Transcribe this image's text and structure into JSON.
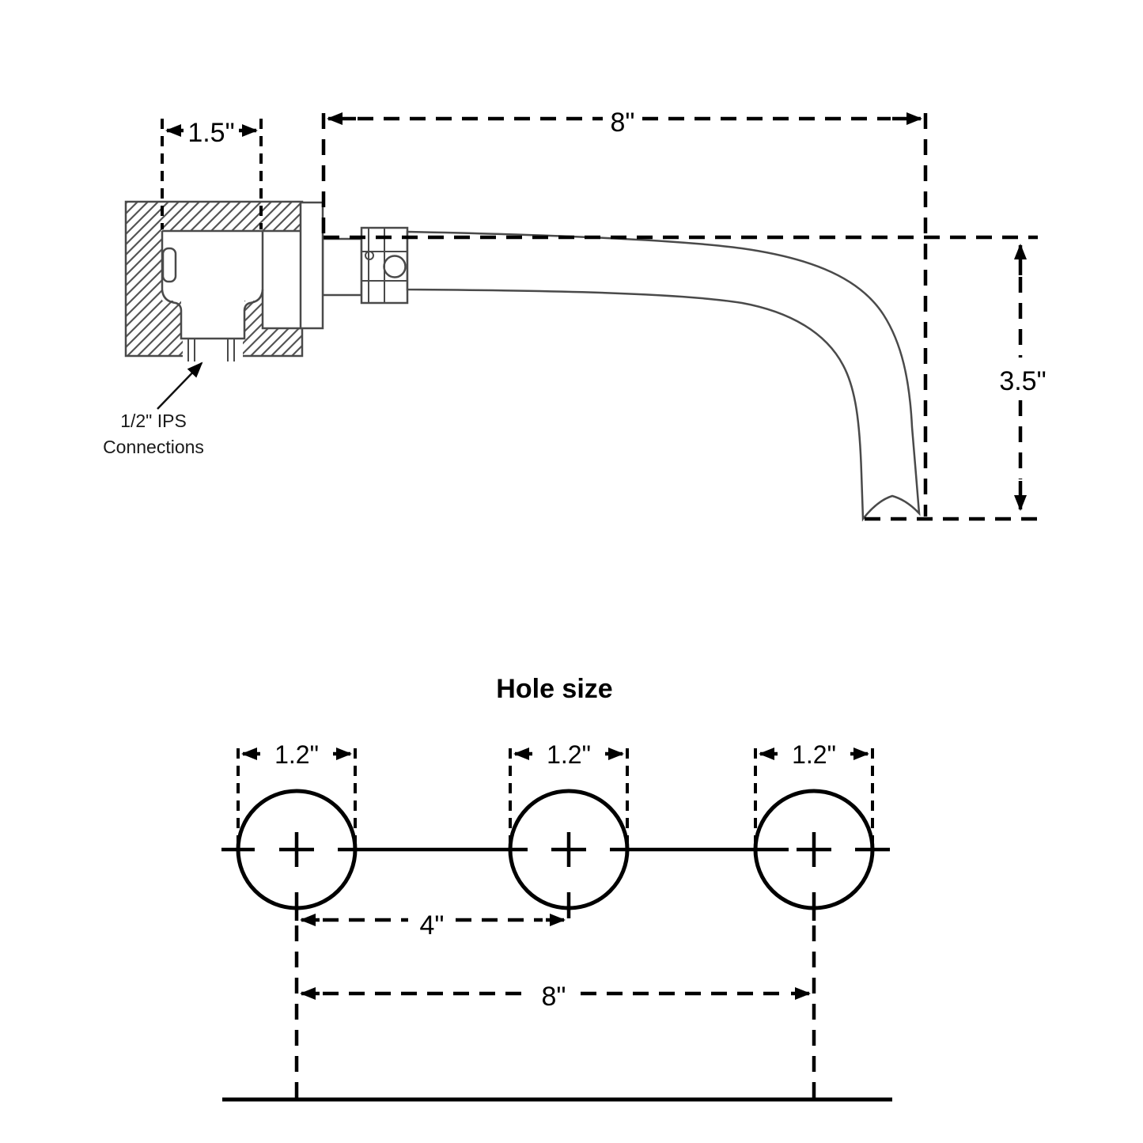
{
  "colors": {
    "background": "#ffffff",
    "dimension_lines": "#000000",
    "drawing_lines": "#4a4a4a",
    "hatch": "#555555"
  },
  "side_view": {
    "wall_depth_dim": "1.5\"",
    "spout_reach_dim": "8\"",
    "spout_drop_dim": "3.5\"",
    "connection_label_line1": "1/2\" IPS",
    "connection_label_line2": "Connections"
  },
  "hole_diagram": {
    "title": "Hole size",
    "hole_count": 3,
    "hole_diameter_dim": "1.2\"",
    "adjacent_spacing_dim": "4\"",
    "overall_spacing_dim": "8\""
  }
}
